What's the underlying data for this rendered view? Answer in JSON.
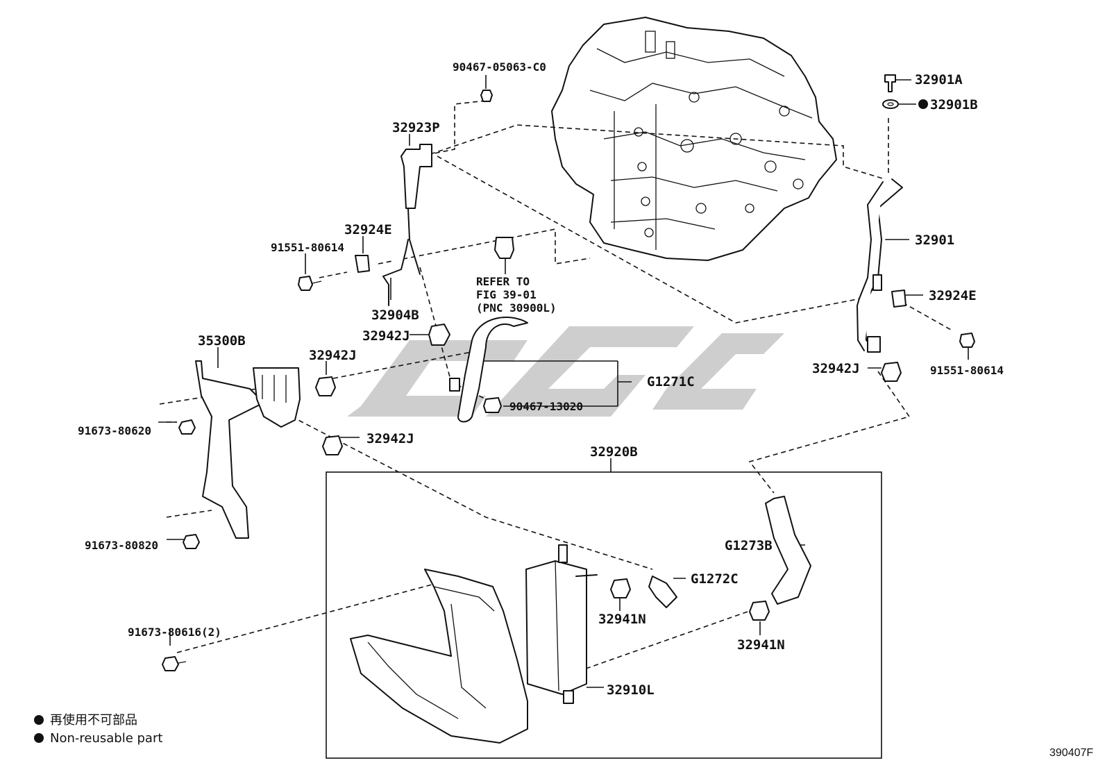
{
  "labels": {
    "p90467_05063": "90467-05063-C0",
    "p32923P": "32923P",
    "p32924E_left": "32924E",
    "p91551_left": "91551-80614",
    "p32904B": "32904B",
    "refer1": "REFER TO",
    "refer2": "FIG 39-01",
    "refer3": "(PNC 30900L)",
    "p32942J_a": "32942J",
    "p35300B": "35300B",
    "p32942J_b": "32942J",
    "pG1271C": "G1271C",
    "p90467_13020": "90467-13020",
    "p91673_80620": "91673-80620",
    "p32942J_c": "32942J",
    "p32920B": "32920B",
    "p91673_80820": "91673-80820",
    "pG1273B": "G1273B",
    "pG1272C": "G1272C",
    "p32941N_a": "32941N",
    "p32941N_b": "32941N",
    "p91673_80616": "91673-80616(2)",
    "p32910L": "32910L",
    "p32901A": "32901A",
    "p32901B": "32901B",
    "p32901": "32901",
    "p32924E_right": "32924E",
    "p32942J_d": "32942J",
    "p91551_right": "91551-80614"
  },
  "legend": {
    "line1": "再使用不可部品",
    "line2": "Non-reusable part"
  },
  "figure_number": "390407F",
  "colors": {
    "ink": "#111111",
    "watermark": "#bdbdbd"
  }
}
